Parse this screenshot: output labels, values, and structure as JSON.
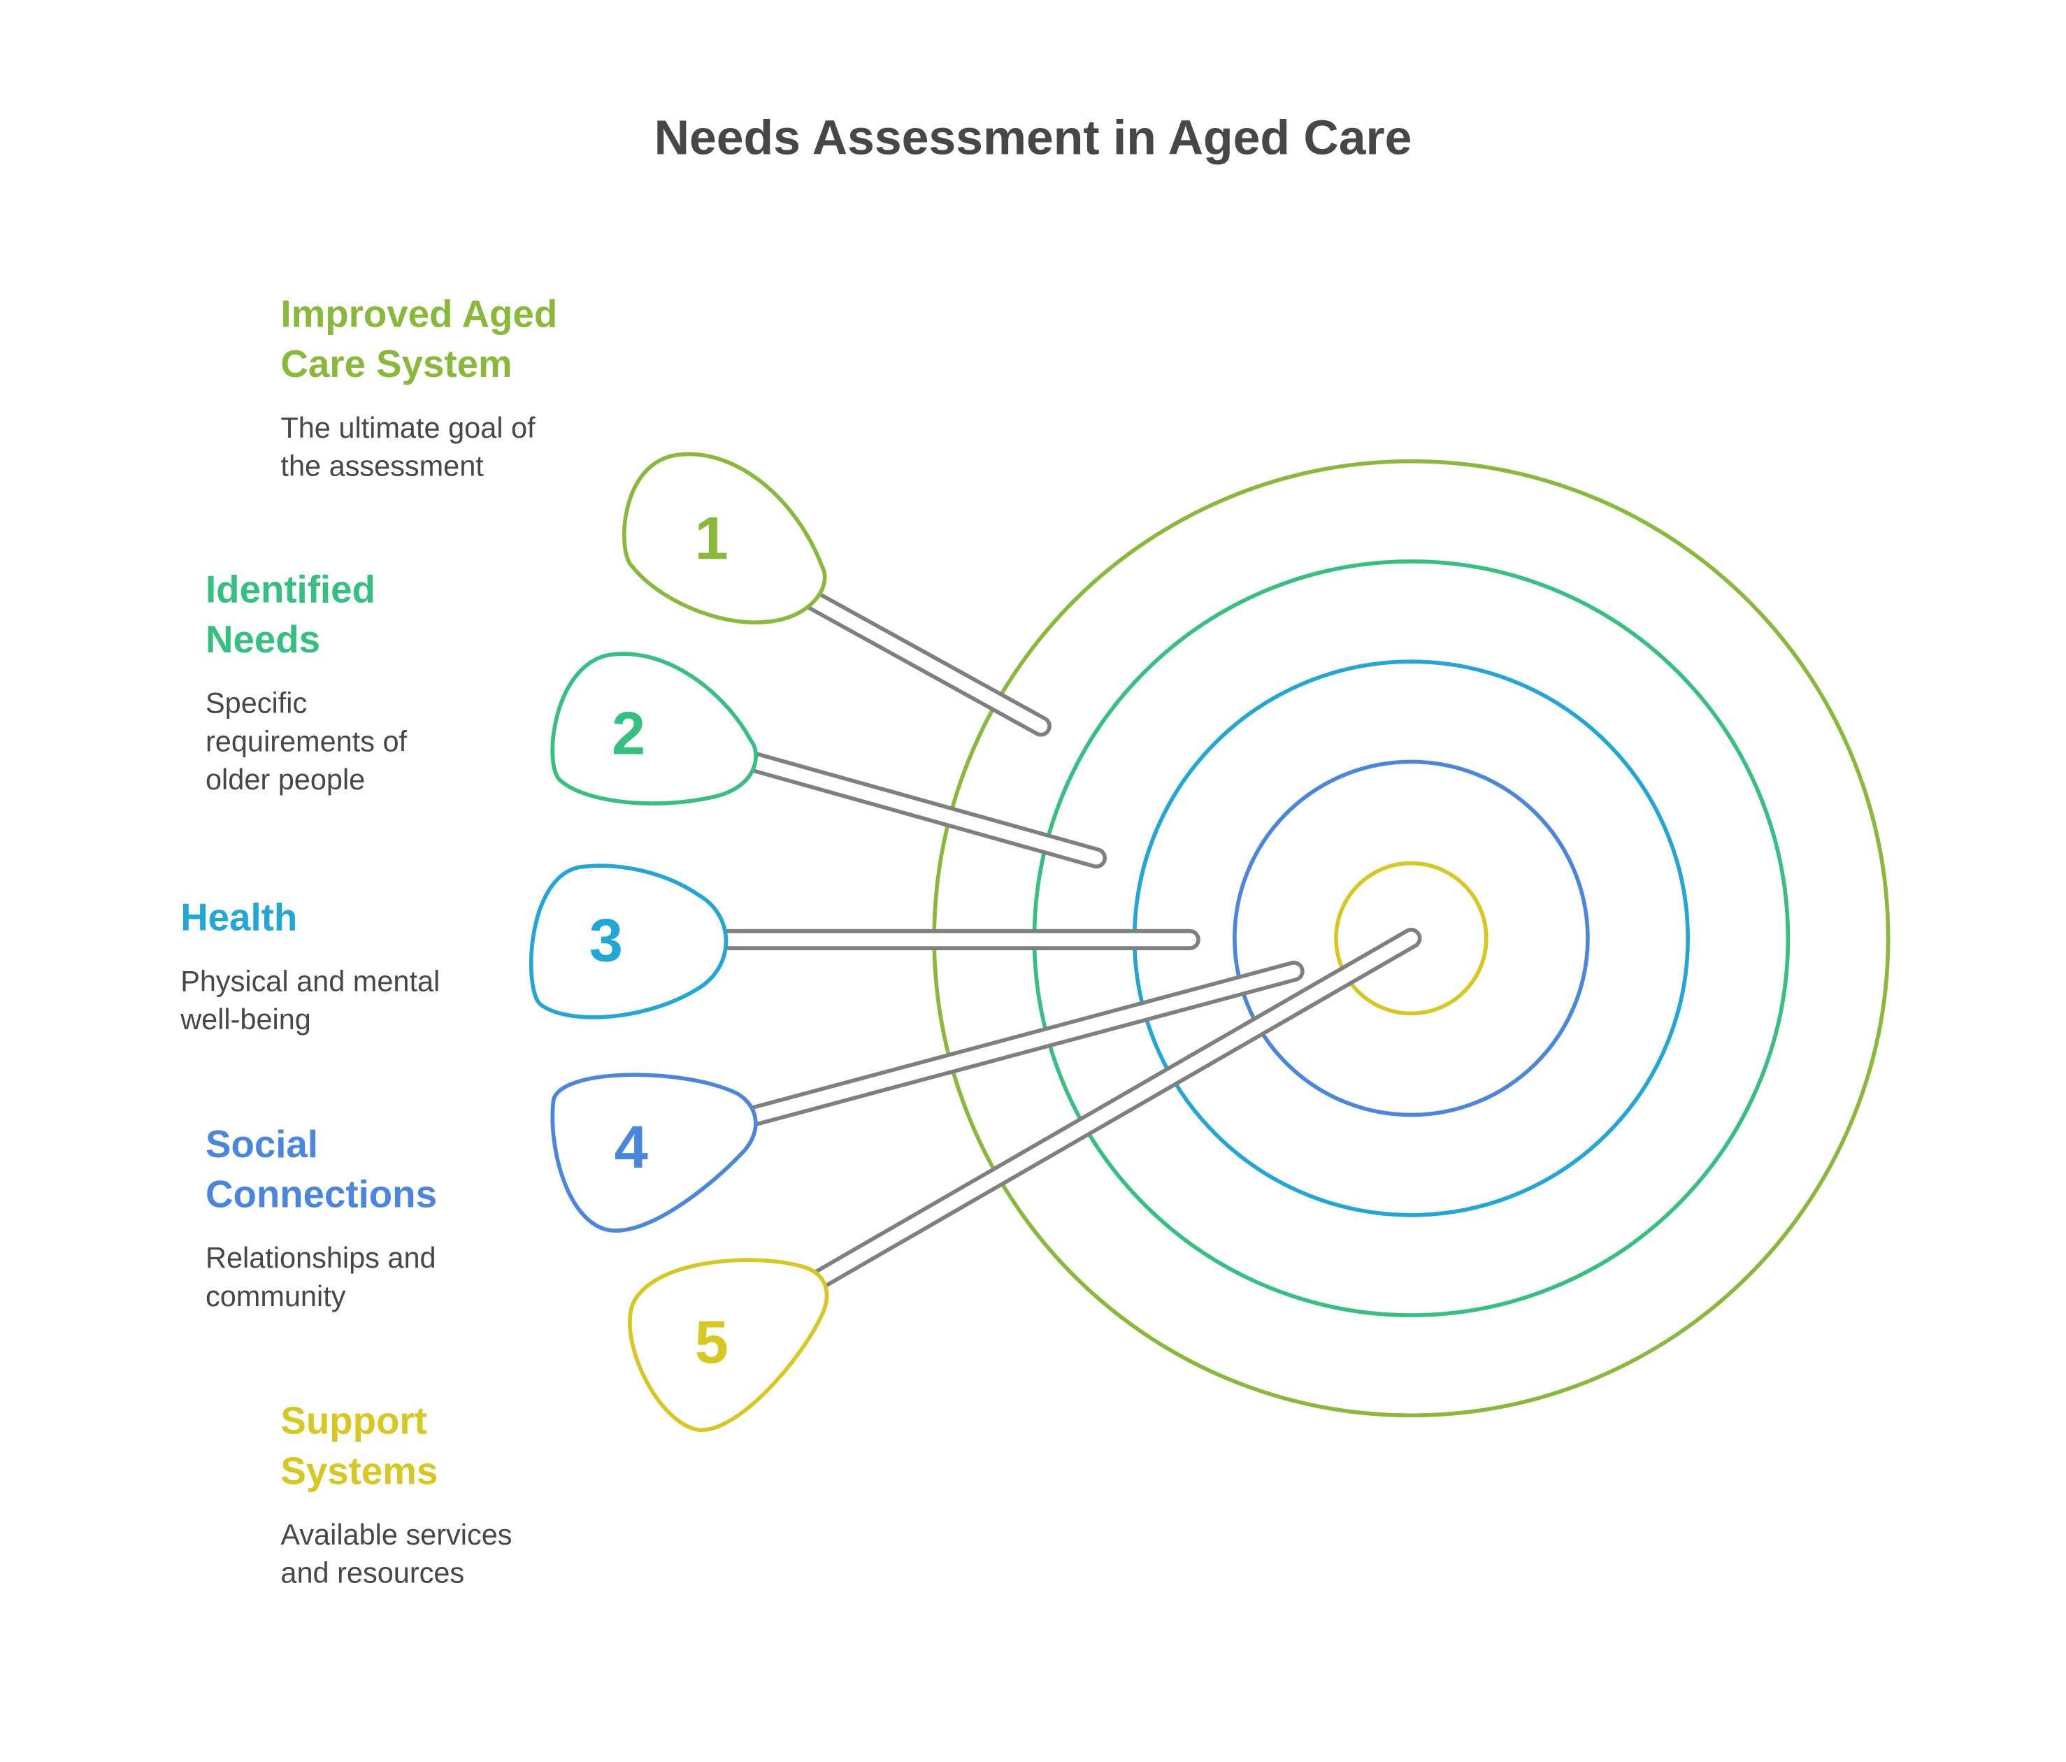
{
  "title": "Needs Assessment in Aged Care",
  "colors": {
    "green": "#8ab83b",
    "teal": "#35bf80",
    "cyan": "#22a6d6",
    "blue": "#4a86dd",
    "yellow": "#d6c821",
    "shaft": "#7f7f7f",
    "text": "#474747"
  },
  "items": [
    {
      "number": "1",
      "title_line1": "Improved Aged",
      "title_line2": "Care System",
      "desc_line1": "The ultimate goal of",
      "desc_line2": "the assessment",
      "desc_line3": "",
      "color": "#8ab83b"
    },
    {
      "number": "2",
      "title_line1": "Identified",
      "title_line2": "Needs",
      "desc_line1": "Specific",
      "desc_line2": "requirements of",
      "desc_line3": "older people",
      "color": "#35bf80"
    },
    {
      "number": "3",
      "title_line1": "Health",
      "title_line2": "",
      "desc_line1": "Physical and mental",
      "desc_line2": "well-being",
      "desc_line3": "",
      "color": "#22a6d6"
    },
    {
      "number": "4",
      "title_line1": "Social",
      "title_line2": "Connections",
      "desc_line1": "Relationships and",
      "desc_line2": "community",
      "desc_line3": "",
      "color": "#4a86dd"
    },
    {
      "number": "5",
      "title_line1": "Support",
      "title_line2": "Systems",
      "desc_line1": "Available services",
      "desc_line2": "and resources",
      "desc_line3": "",
      "color": "#d6c821"
    }
  ],
  "target_rings": [
    {
      "label": "ring-outer",
      "color": "#8ab83b"
    },
    {
      "label": "ring-second",
      "color": "#35bf80"
    },
    {
      "label": "ring-third",
      "color": "#22a6d6"
    },
    {
      "label": "ring-fourth",
      "color": "#4a86dd"
    },
    {
      "label": "ring-bullseye",
      "color": "#d6c821"
    }
  ]
}
